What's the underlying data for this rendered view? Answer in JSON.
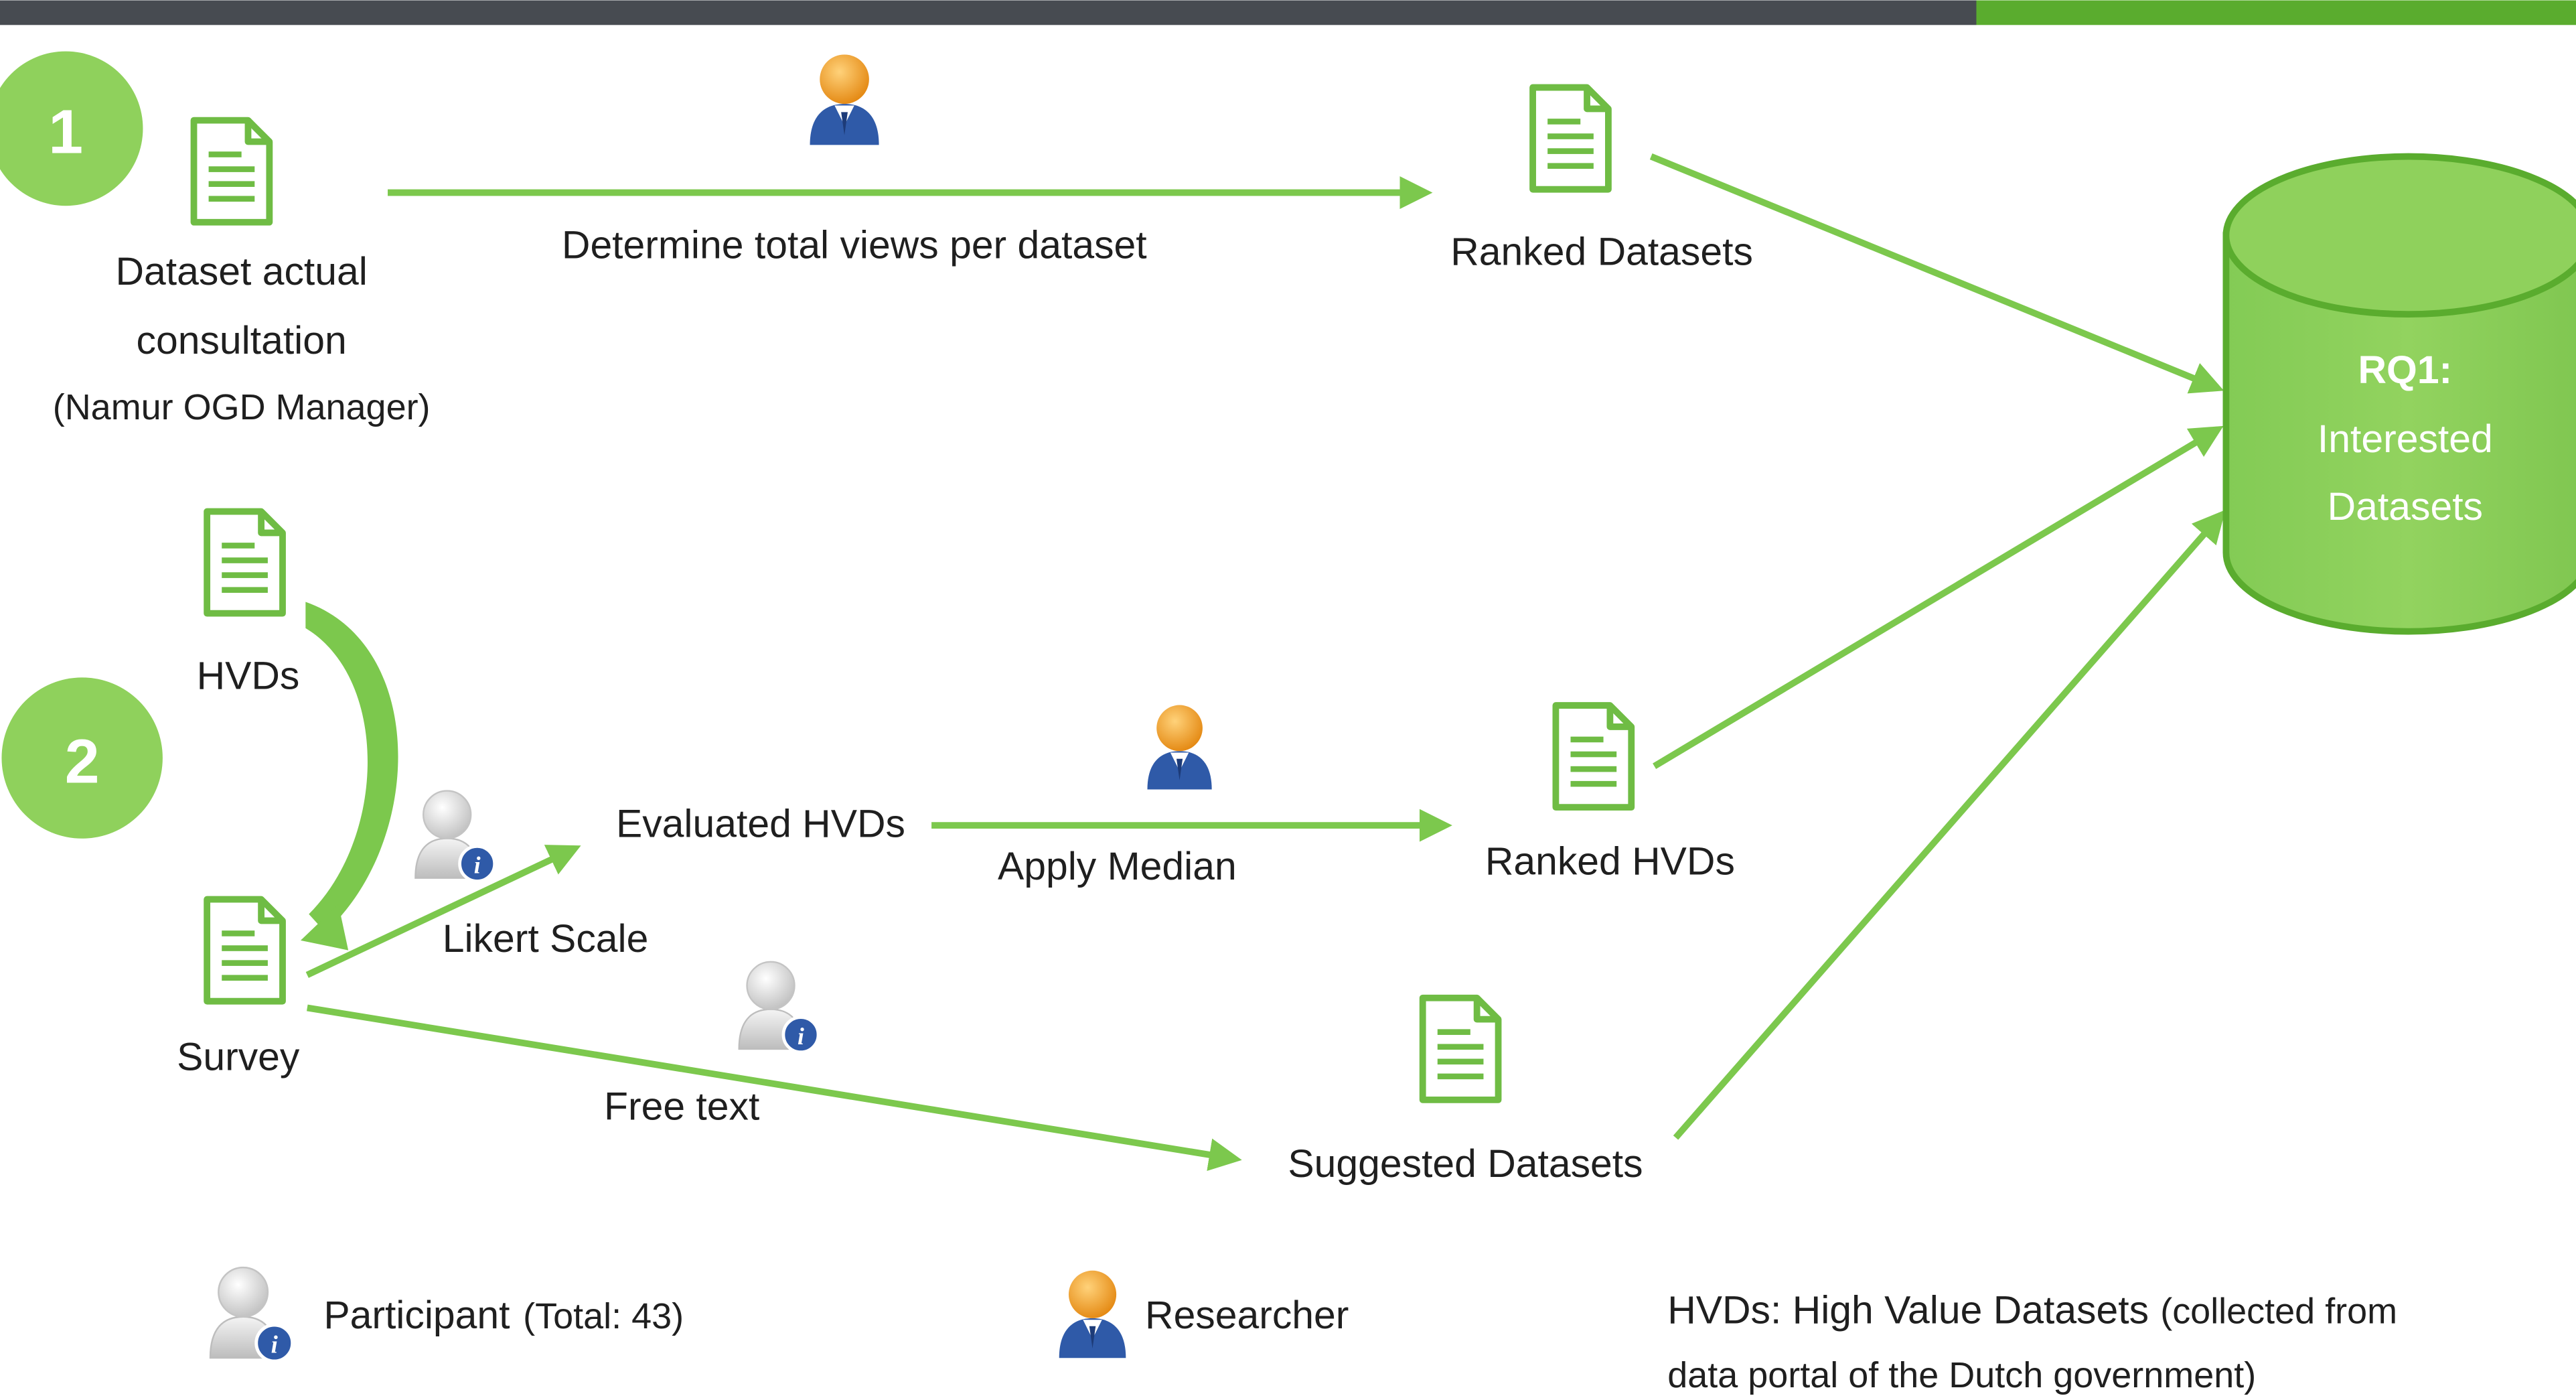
{
  "colors": {
    "green": "#7cc84d",
    "green_dark": "#6fbc44",
    "green_fill": "#8fd15c",
    "top_bar_dark": "#474b51",
    "top_bar_green": "#5aac2e",
    "text": "#1f1f1f",
    "white": "#ffffff",
    "researcher_orange": "#f29a1f",
    "researcher_blue": "#2f5aa8",
    "participant_gray": "#d9d9d9",
    "info_blue": "#2f5aa8"
  },
  "steps": [
    {
      "label": "1"
    },
    {
      "label": "2"
    }
  ],
  "documents": {
    "dataset_consultation": {
      "line1": "Dataset actual",
      "line2": "consultation",
      "line3": "(Namur OGD Manager)",
      "icon": "document-icon"
    },
    "ranked_datasets": {
      "label": "Ranked Datasets",
      "icon": "document-icon"
    },
    "hvds": {
      "label": "HVDs",
      "icon": "document-icon"
    },
    "survey": {
      "label": "Survey",
      "icon": "document-icon"
    },
    "ranked_hvds": {
      "label": "Ranked HVDs",
      "icon": "document-icon"
    },
    "suggested_datasets": {
      "label": "Suggested Datasets",
      "icon": "document-icon"
    }
  },
  "edges": {
    "determine_views": "Determine total views per dataset",
    "evaluated_hvds": "Evaluated HVDs",
    "apply_median": "Apply Median",
    "likert_scale": "Likert Scale",
    "free_text": "Free text"
  },
  "database": {
    "line1": "RQ1:",
    "line2": "Interested",
    "line3": "Datasets",
    "icon": "database-cylinder-icon"
  },
  "legend": {
    "participant_label": "Participant",
    "participant_total": "(Total: 43)",
    "researcher_label": "Researcher",
    "hvds_def_main": "HVDs: High Value Datasets",
    "hvds_def_paren": "(collected from",
    "hvds_def_line2": "data portal of the Dutch government)"
  }
}
